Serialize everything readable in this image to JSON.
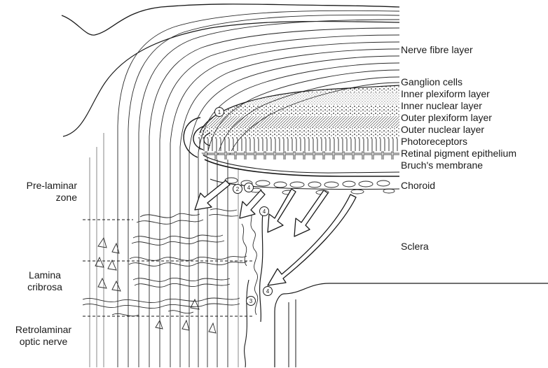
{
  "labels": {
    "nerve_fibre_layer": "Nerve fibre layer",
    "ganglion_cells": "Ganglion cells",
    "inner_plexiform_layer": "Inner plexiform layer",
    "inner_nuclear_layer": "Inner nuclear layer",
    "outer_plexiform_layer": "Outer plexiform layer",
    "outer_nuclear_layer": "Outer nuclear layer",
    "photoreceptors": "Photoreceptors",
    "retinal_pigment_epithelium": "Retinal pigment epithelium",
    "bruchs_membrane": "Bruch's membrane",
    "choroid": "Choroid",
    "sclera": "Sclera",
    "pre_laminar_line1": "Pre-laminar",
    "pre_laminar_line2": "zone",
    "lamina_line1": "Lamina",
    "lamina_line2": "cribrosa",
    "retrolaminar_line1": "Retrolaminar",
    "retrolaminar_line2": "optic nerve"
  },
  "markers": {
    "m1": "1",
    "m2": "2",
    "m3": "3",
    "m4a": "4",
    "m4b": "4",
    "m4c": "4"
  }
}
